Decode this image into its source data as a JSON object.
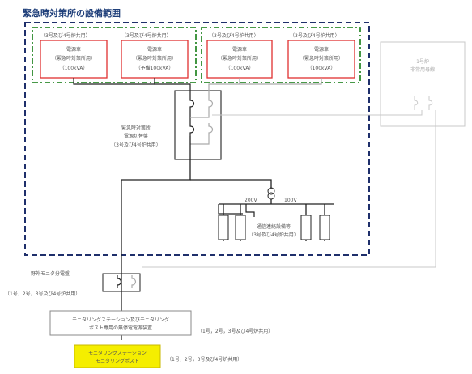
{
  "title": "緊急時対策所の設備範囲",
  "groups": [
    {
      "label": "（3号及び4号炉共用）",
      "gen": [
        "電源車",
        "（緊急時対策所用）",
        "（100kVA）"
      ]
    },
    {
      "label": "（3号及び4号炉共用）",
      "gen": [
        "電源車",
        "（緊急時対策所用）",
        "（予備100kVA）"
      ]
    },
    {
      "label": "（3号及び4号炉共用）",
      "gen": [
        "電源車",
        "（緊急時対策所用）",
        "（100kVA）"
      ]
    },
    {
      "label": "（3号及び4号炉共用）",
      "gen": [
        "電源車",
        "（緊急時対策所用）",
        "（100kVA）"
      ]
    }
  ],
  "external_panel": [
    "1号炉",
    "非常用母線"
  ],
  "switchboard": [
    "緊急時対策所",
    "電源切替盤",
    "（3号及び4号炉共用）"
  ],
  "voltage_left": "200V",
  "voltage_right": "100V",
  "distribution": [
    "通信連絡設備等",
    "（3号及び4号炉共用）"
  ],
  "outdoor_panel": {
    "title": "野外モニタ分電盤",
    "sub": "（1号，2号，3号及び4号炉共用）"
  },
  "monitoring_power": {
    "lines": [
      "モニタリングステーション及びモニタリング",
      "ポスト専用の無停電電源装置"
    ],
    "sub": "（1号，2号，3号及び4号炉共用）"
  },
  "monitoring_station": {
    "lines": [
      "モニタリングステーション",
      "モニタリングポスト"
    ],
    "sub": "（1号，2号，3号及び4号炉共用）"
  },
  "colors": {
    "title": "#1f3f7a",
    "navy_border": "#1f2f6b",
    "green_border": "#2e8b2e",
    "gen_border": "#e03030",
    "highlight": "#f5ee00",
    "line": "#222222",
    "gray_line": "#bbbbbb"
  }
}
